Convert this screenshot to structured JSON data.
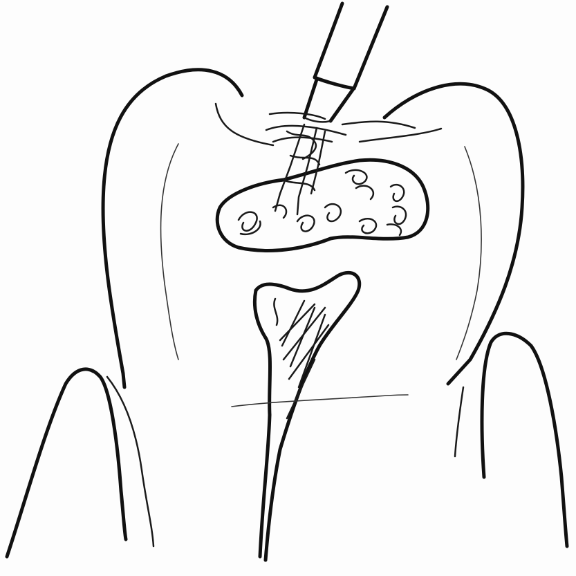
{
  "figure": {
    "subject": "tooth-cross-section",
    "colors": {
      "ink": "#111111",
      "paper": "#fdfdfd"
    },
    "instrument": {
      "icon": "hand-file-instrument"
    },
    "regions": [
      {
        "id": "pulp-chamber",
        "icon": "pulp-chamber-outline"
      },
      {
        "id": "root-canal",
        "icon": "root-canal-outline"
      },
      {
        "id": "gingiva-left",
        "icon": "gum-outline"
      },
      {
        "id": "gingiva-right",
        "icon": "gum-outline"
      }
    ]
  }
}
